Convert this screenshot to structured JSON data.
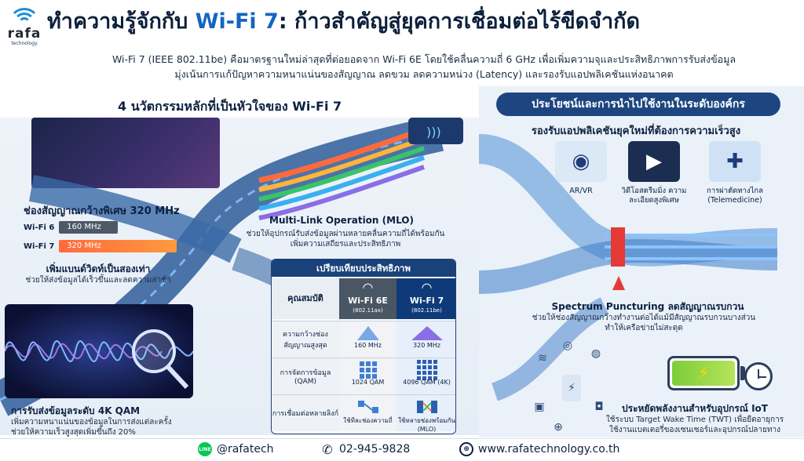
{
  "brand": {
    "word": "rafa",
    "sub": "technology"
  },
  "title": {
    "prefix": "ทำความรู้จักกับ ",
    "highlight": "Wi-Fi 7",
    "suffix": ": ก้าวสำคัญสู่ยุคการเชื่อมต่อไร้ขีดจำกัด"
  },
  "intro": {
    "line1": "Wi-Fi 7 (IEEE 802.11be) คือมาตรฐานใหม่ล่าสุดที่ต่อยอดจาก Wi-Fi 6E โดยใช้คลื่นความถี่ 6 GHz เพื่อเพิ่มความจุและประสิทธิภาพการรับส่งข้อมูล",
    "line2": "มุ่งเน้นการแก้ปัญหาความหนาแน่นของสัญญาณ ลดขวม ลดความหน่วง (Latency) และรองรับแอปพลิเคชันแห่งอนาคต"
  },
  "left": {
    "heading": "4 นวัตกรรมหลักที่เป็นหัวใจของ Wi-Fi 7",
    "bandwidth": {
      "label": "ช่องสัญญาณกว้างพิเศษ 320 MHz",
      "rows": [
        {
          "name": "Wi-Fi 6",
          "value": "160 MHz",
          "mhz": 160
        },
        {
          "name": "Wi-Fi 7",
          "value": "320 MHz",
          "mhz": 320
        }
      ],
      "title": "เพิ่มแบนด์วิดท์เป็นสองเท่า",
      "desc": "ช่วยให้ส่งข้อมูลได้เร็วขึ้นและลดความล่าช้า"
    },
    "mlo": {
      "title": "Multi-Link Operation (MLO)",
      "desc1": "ช่วยให้อุปกรณ์รับส่งข้อมูลผ่านหลายคลื่นความถี่ได้พร้อมกัน",
      "desc2": "เพิ่มความเสถียรและประสิทธิภาพ"
    },
    "qam": {
      "title": "การรับส่งข้อมูลระดับ 4K QAM",
      "desc1": "เพิ่มความหนาแน่นของข้อมูลในการส่งแต่ละครั้ง",
      "desc2": "ช่วยให้ความเร็วสูงสุดเพิ่มขึ้นถึง 20%"
    }
  },
  "comparison": {
    "title": "เปรียบเทียบประสิทธิภาพ",
    "attr_header": "คุณสมบัติ",
    "col_a": {
      "name": "Wi-Fi 6E",
      "sub": "(802.11ax)"
    },
    "col_b": {
      "name": "Wi-Fi 7",
      "sub": "(802.11be)"
    },
    "rows": [
      {
        "label": "ความกว้างช่องสัญญาณสูงสุด",
        "a": "160 MHz",
        "b": "320 MHz"
      },
      {
        "label": "การจัดการข้อมูล (QAM)",
        "a": "1024 QAM",
        "b": "4096 QAM (4K)"
      },
      {
        "label": "การเชื่อมต่อหลายลิงก์",
        "a": "ใช้ทีละช่องความถี่",
        "b": "ใช้หลายช่องพร้อมกัน (MLO)"
      }
    ]
  },
  "right": {
    "heading": "ประโยชน์และการนำไปใช้งานในระดับองค์กร",
    "apps_title": "รองรับแอปพลิเคชันยุคใหม่ที่ต้องการความเร็วสูง",
    "apps": [
      {
        "label": "AR/VR",
        "icon": "vr-headset-icon"
      },
      {
        "label": "วิดีโอสตรีมมิ่ง ความละเอียดสูงพิเศษ",
        "icon": "video-stream-icon"
      },
      {
        "label": "การผ่าตัดทางไกล (Telemedicine)",
        "icon": "telemedicine-icon"
      }
    ],
    "spectrum": {
      "title": "Spectrum Puncturing ลดสัญญาณรบกวน",
      "desc1": "ช่วยให้ช่องสัญญาณกว้างทำงานต่อได้แม้มีสัญญาณรบกวนบางส่วน",
      "desc2": "ทำให้เครือข่ายไม่สะดุด"
    },
    "iot": {
      "title": "ประหยัดพลังงานสำหรับอุปกรณ์ IoT",
      "desc1": "ใช้ระบบ Target Wake Time (TWT) เพื่อยืดอายุการ",
      "desc2": "ใช้งานแบตเตอรี่ของเซนเซอร์และอุปกรณ์ปลายทาง"
    }
  },
  "footer": {
    "line": "@rafatech",
    "phone": "02-945-9828",
    "web": "www.rafatechnology.co.th"
  },
  "colors": {
    "accent": "#1565c0",
    "navy": "#1d4681",
    "orange": "#ff7a3c"
  }
}
